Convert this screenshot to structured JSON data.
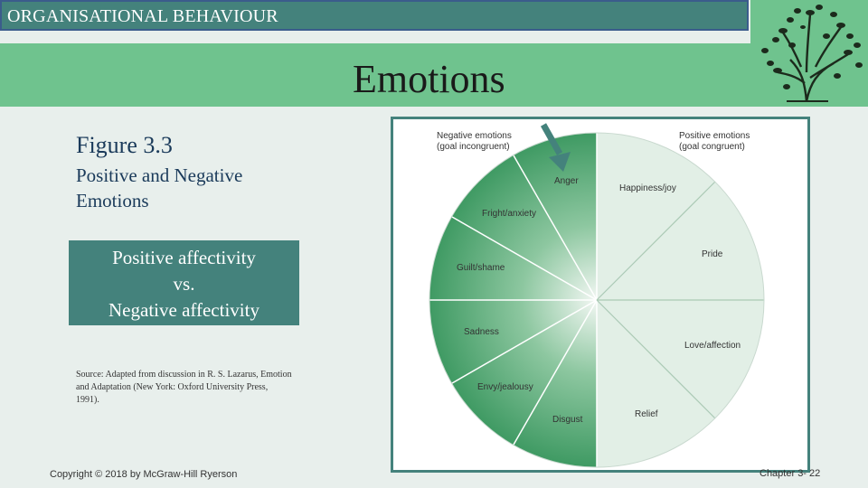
{
  "header": {
    "course": "ORGANISATIONAL BEHAVIOUR",
    "title": "Emotions"
  },
  "figure": {
    "label": "Figure 3.3",
    "caption": "Positive and Negative Emotions",
    "negative_heading": [
      "Negative emotions",
      "(goal incongruent)"
    ],
    "positive_heading": [
      "Positive emotions",
      "(goal congruent)"
    ],
    "negative_emotions": [
      "Anger",
      "Fright/anxiety",
      "Guilt/shame",
      "Sadness",
      "Envy/jealousy",
      "Disgust"
    ],
    "positive_emotions": [
      "Happiness/joy",
      "Pride",
      "Love/affection",
      "Relief"
    ]
  },
  "affect_box": {
    "line1": "Positive affectivity",
    "line2": "vs.",
    "line3": "Negative affectivity"
  },
  "source": "Source: Adapted from discussion in R. S. Lazarus, Emotion and Adaptation (New York: Oxford University Press, 1991).",
  "footer": {
    "copyright": "Copyright © 2018 by McGraw-Hill Ryerson",
    "page": "Chapter 3- 22"
  },
  "colors": {
    "accent": "#44827c",
    "band": "#6fc38e",
    "negative_fill": "#3f9a63",
    "positive_fill": "#e2efe6"
  }
}
